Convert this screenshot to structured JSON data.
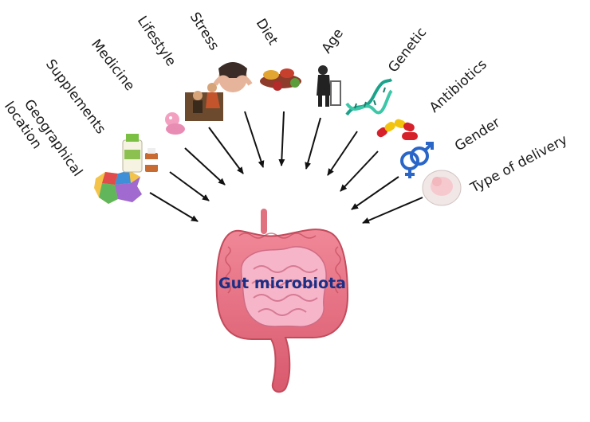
{
  "center": {
    "label": "Gut microbiota"
  },
  "factors": [
    {
      "id": "geographical-location",
      "lines": [
        "Geographical",
        "location"
      ],
      "icon": "map-icon"
    },
    {
      "id": "supplements",
      "lines": [
        "Supplements"
      ],
      "icon": "supplement-bottle-icon"
    },
    {
      "id": "medicine",
      "lines": [
        "Medicine"
      ],
      "icon": "medicine-icon"
    },
    {
      "id": "lifestyle",
      "lines": [
        "Lifestyle"
      ],
      "icon": "lifestyle-people-icon"
    },
    {
      "id": "stress",
      "lines": [
        "Stress"
      ],
      "icon": "stressed-person-icon"
    },
    {
      "id": "diet",
      "lines": [
        "Diet"
      ],
      "icon": "food-icon"
    },
    {
      "id": "age",
      "lines": [
        "Age"
      ],
      "icon": "elderly-person-icon"
    },
    {
      "id": "genetic",
      "lines": [
        "Genetic"
      ],
      "icon": "dna-helix-icon"
    },
    {
      "id": "antibiotics",
      "lines": [
        "Antibiotics"
      ],
      "icon": "pill-capsules-icon"
    },
    {
      "id": "gender",
      "lines": [
        "Gender"
      ],
      "icon": "gender-symbols-icon"
    },
    {
      "id": "type-of-delivery",
      "lines": [
        "Type of delivery"
      ],
      "icon": "newborn-baby-icon"
    }
  ],
  "colors": {
    "label_text": "#1a1a1a",
    "center_text": "#1b2f86",
    "intestine": "#e8707f",
    "intestine_dark": "#c24b5c",
    "arrow": "#111111",
    "gender_symbol": "#2a66c8"
  }
}
